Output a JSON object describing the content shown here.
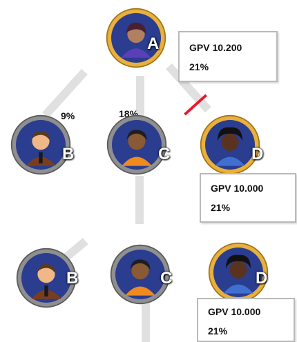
{
  "nodes": {
    "a": {
      "letter": "A"
    },
    "b1": {
      "letter": "B"
    },
    "c1": {
      "letter": "C"
    },
    "d1": {
      "letter": "D"
    },
    "b2": {
      "letter": "B"
    },
    "c2": {
      "letter": "C"
    },
    "d2": {
      "letter": "D"
    }
  },
  "percent_labels": {
    "b1": "9%",
    "c1": "18%"
  },
  "gpv_boxes": {
    "a": {
      "gpv": "GPV 10.200",
      "percent": "21%"
    },
    "d1": {
      "gpv": "GPV 10.000",
      "percent": "21%"
    },
    "d2": {
      "gpv": "GPV 10.000",
      "percent": "21%"
    }
  },
  "colors": {
    "ring_gold": "#e8b03c",
    "ring_gray": "#8f8f8f",
    "node_bg": "#2a3d8f",
    "connector": "#e0e0e0",
    "cut_mark": "#e8192c"
  }
}
